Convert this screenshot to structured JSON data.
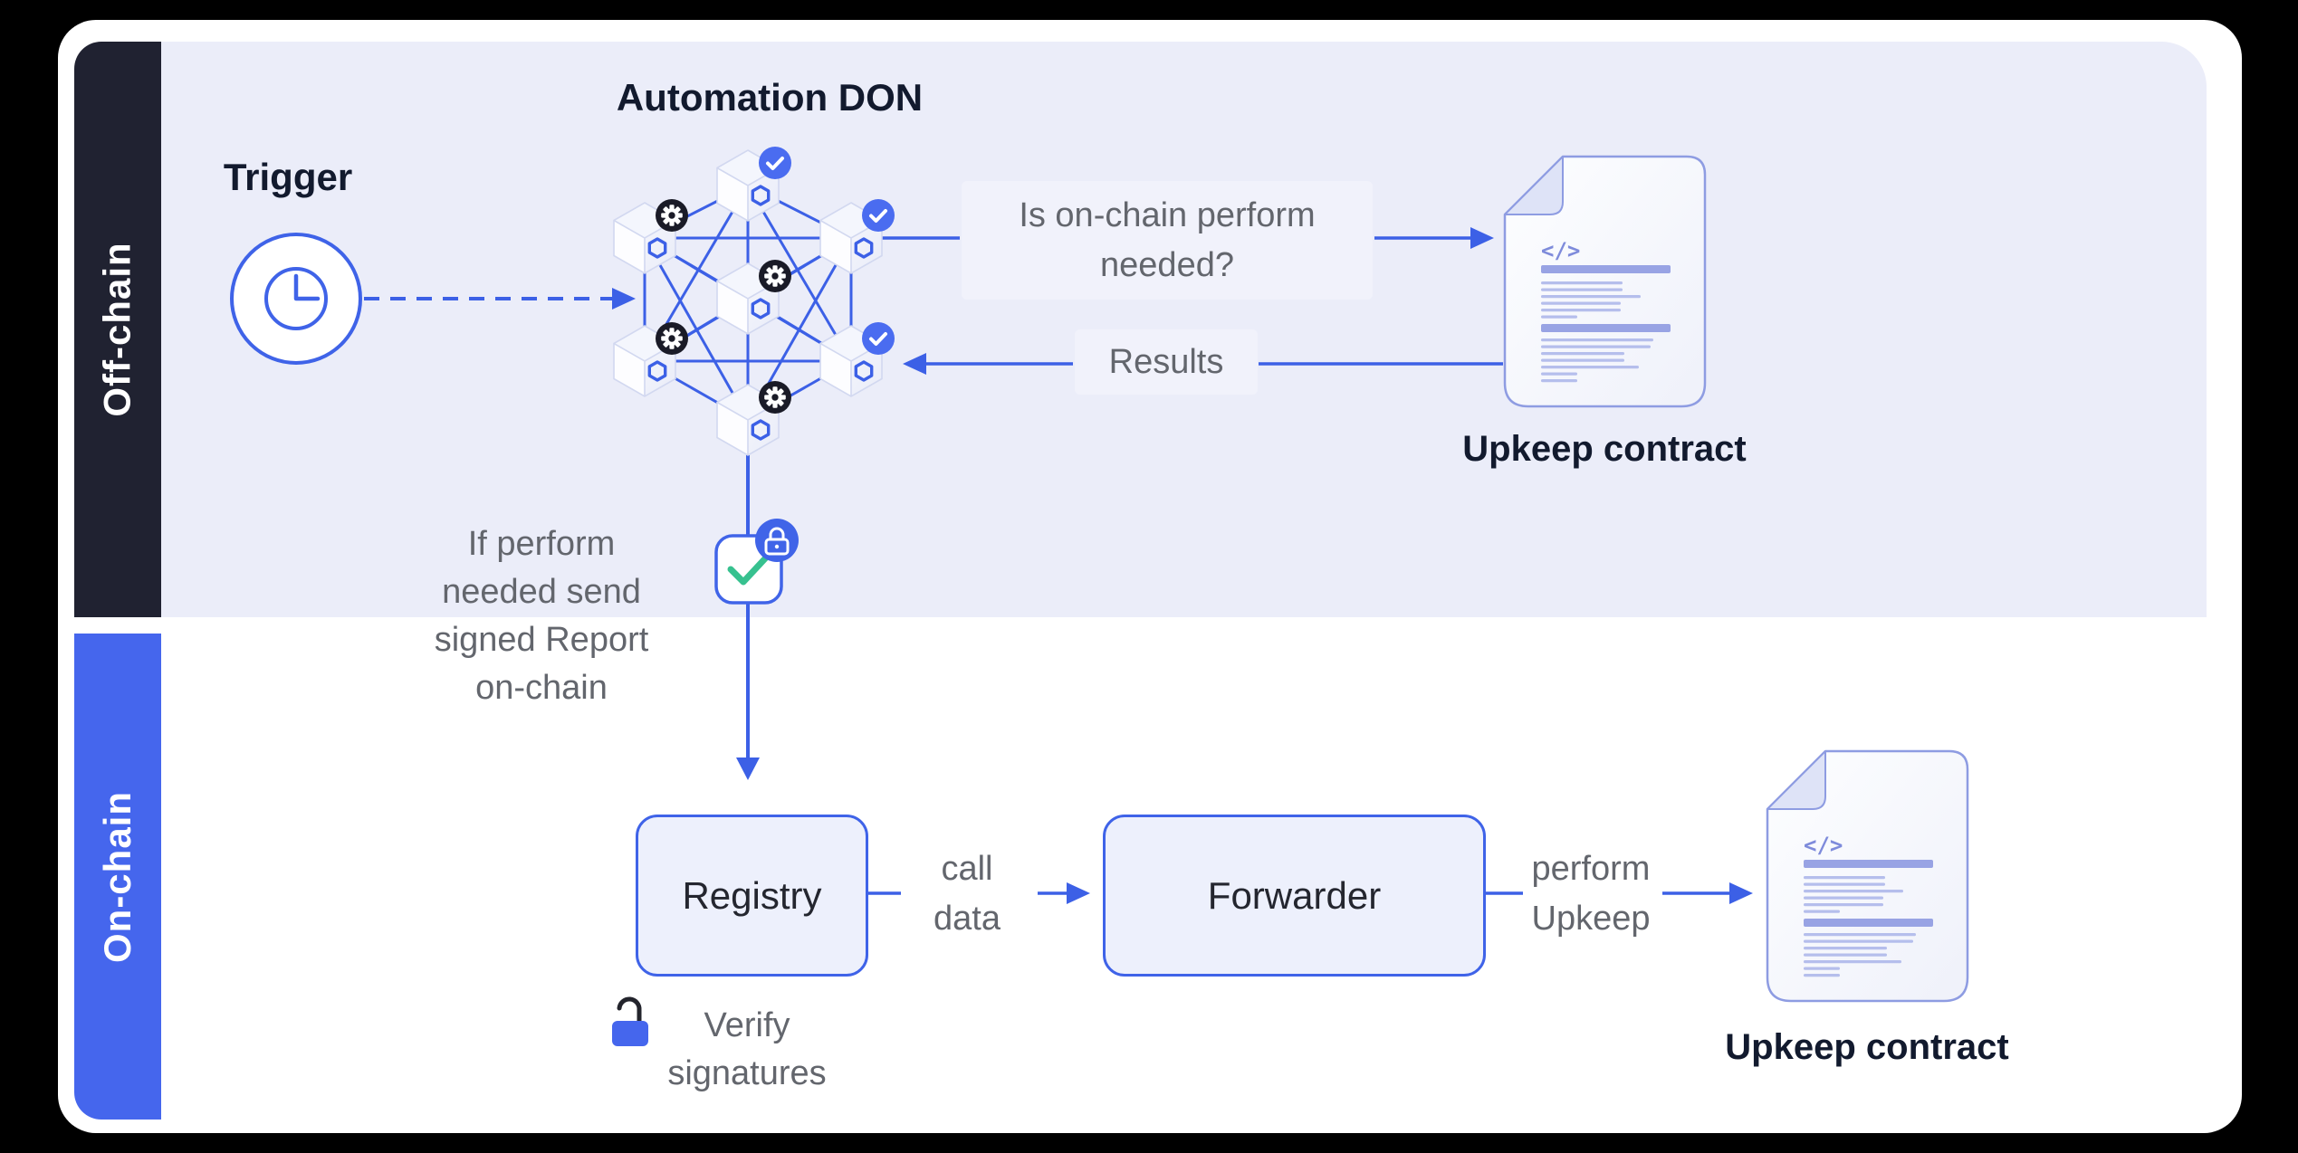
{
  "sidebar": {
    "offchain_label": "Off-chain",
    "onchain_label": "On-chain"
  },
  "offchain": {
    "trigger_label": "Trigger",
    "don_title": "Automation DON",
    "question": {
      "line1": "Is on-chain perform",
      "line2": "needed?"
    },
    "results_label": "Results",
    "upkeep_label": "Upkeep contract"
  },
  "report_caption": {
    "line1": "If perform",
    "line2": "needed send",
    "line3": "signed Report",
    "line4": "on-chain"
  },
  "onchain": {
    "registry_label": "Registry",
    "call_data": {
      "line1": "call",
      "line2": "data"
    },
    "forwarder_label": "Forwarder",
    "perform_upkeep": {
      "line1": "perform",
      "line2": "Upkeep"
    },
    "verify": {
      "line1": "Verify",
      "line2": "signatures"
    },
    "upkeep_label": "Upkeep contract"
  },
  "don": {
    "badges": [
      "check",
      "gear",
      "check",
      "gear",
      "gear",
      "check",
      "gear"
    ]
  },
  "icons": {
    "code_glyph": "</>"
  },
  "colors": {
    "accent_blue": "#3c60e6",
    "sidebar_blue": "#4566ed",
    "dark_navy": "#202231",
    "band_lavender": "#ebedf9",
    "badge_dark": "#1a1b27",
    "badge_blue": "#4a6cf0",
    "check_green": "#37c18f",
    "doc_border": "#8e9ce2",
    "doc_bar": "#98a3e4",
    "doc_line": "#b5beec"
  }
}
